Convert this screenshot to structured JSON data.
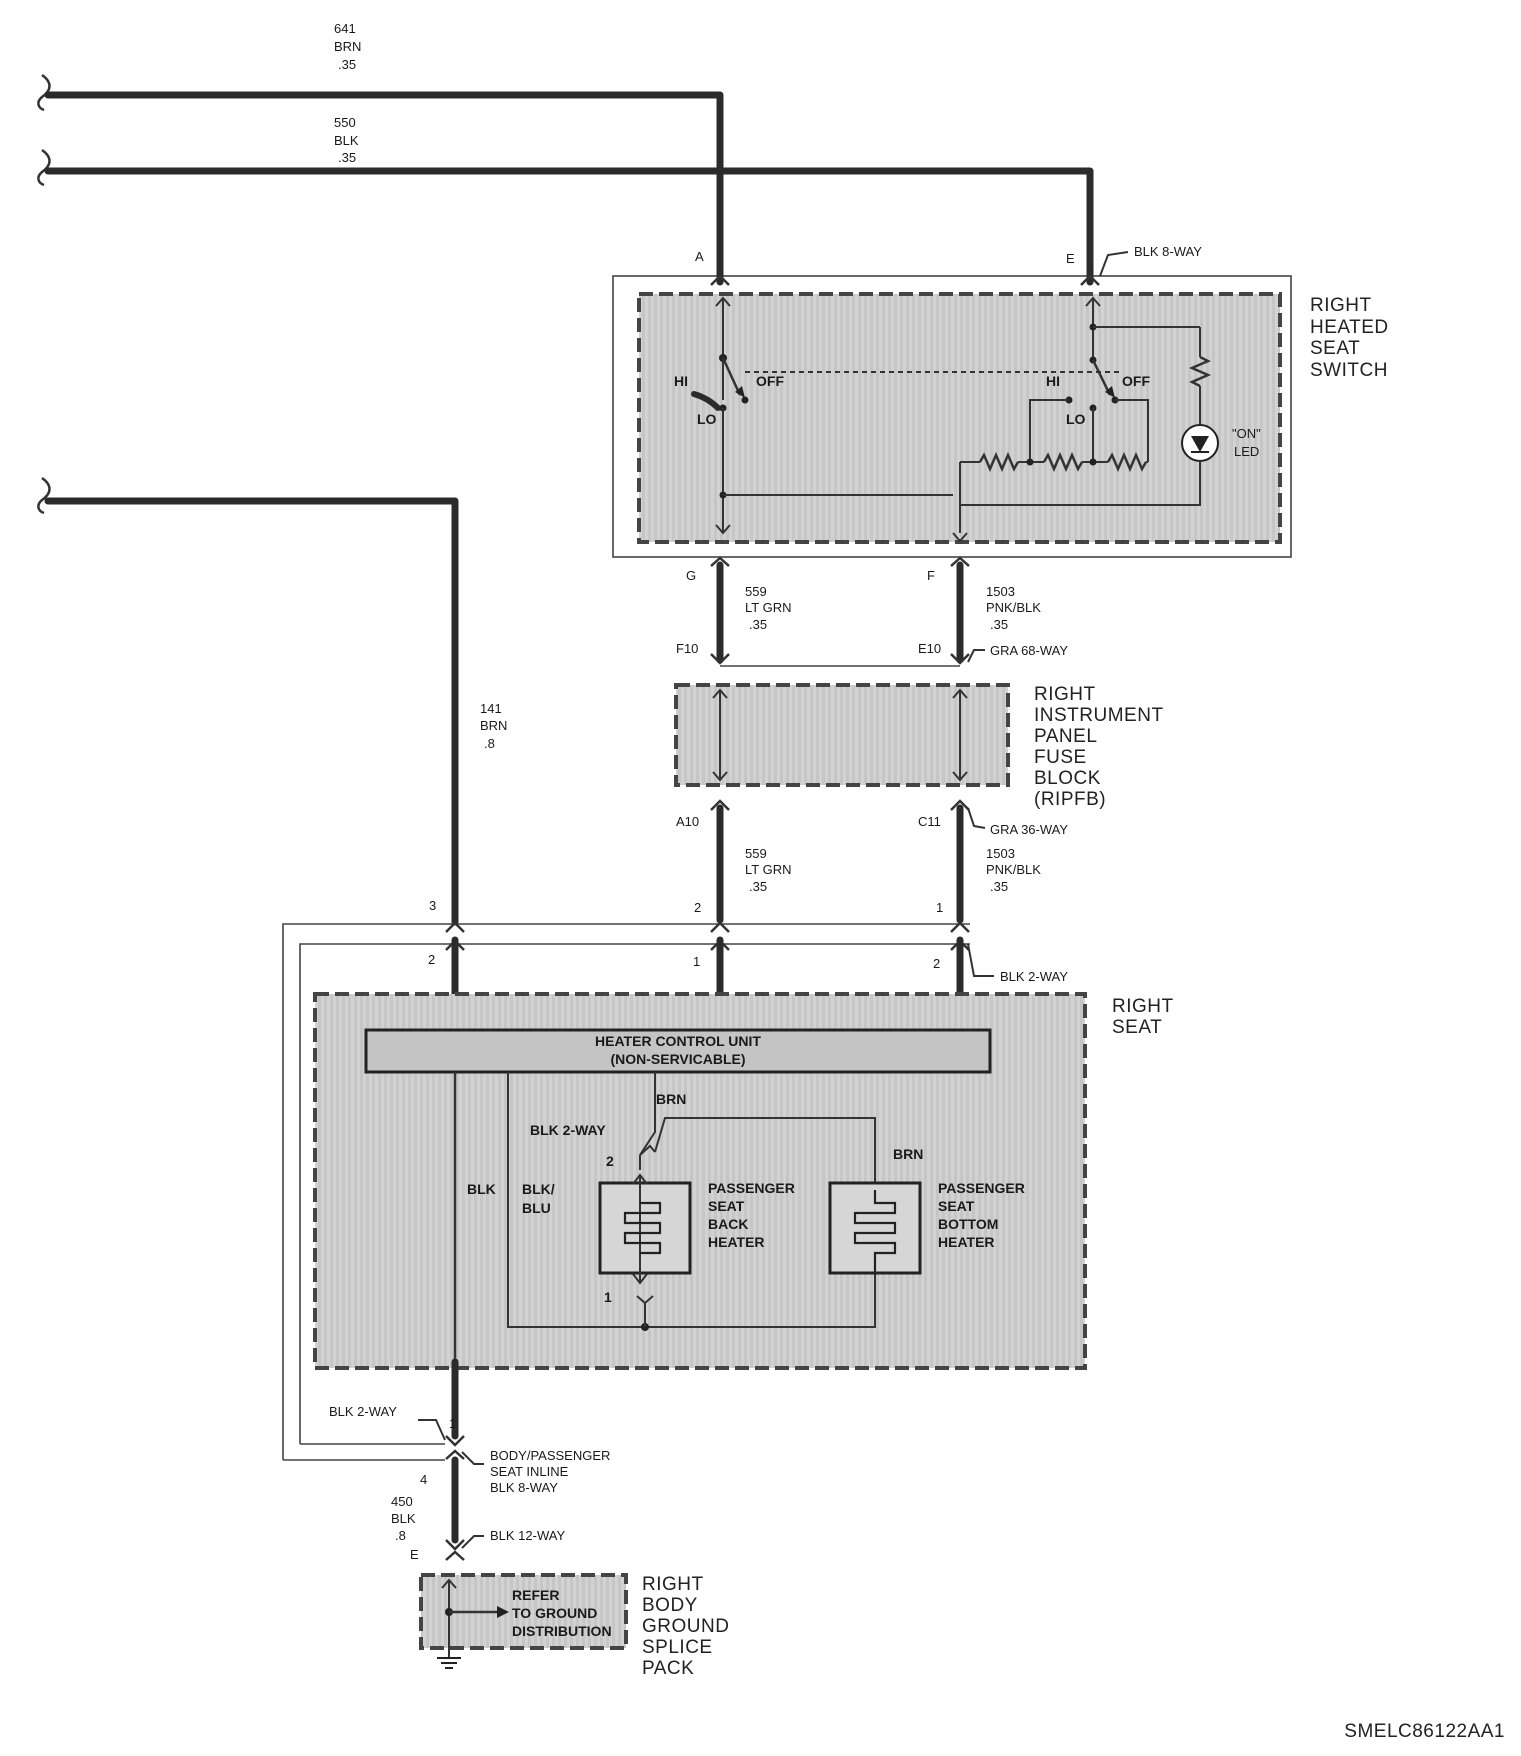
{
  "wires": {
    "w641": {
      "num": "641",
      "color": "BRN",
      "gauge": ".35"
    },
    "w550": {
      "num": "550",
      "color": "BLK",
      "gauge": ".35"
    },
    "w141": {
      "num": "141",
      "color": "BRN",
      "gauge": ".8"
    },
    "w559a": {
      "num": "559",
      "color": "LT GRN",
      "gauge": ".35"
    },
    "w1503a": {
      "num": "1503",
      "color": "PNK/BLK",
      "gauge": ".35"
    },
    "w559b": {
      "num": "559",
      "color": "LT GRN",
      "gauge": ".35"
    },
    "w1503b": {
      "num": "1503",
      "color": "PNK/BLK",
      "gauge": ".35"
    },
    "w450": {
      "num": "450",
      "color": "BLK",
      "gauge": ".8"
    }
  },
  "connectors": {
    "switch": "BLK 8-WAY",
    "gra68": "GRA 68-WAY",
    "gra36": "GRA 36-WAY",
    "seat_upper": "BLK 2-WAY",
    "seat_lower": "BLK 2-WAY",
    "inline_1": "BODY/PASSENGER",
    "inline_2": "SEAT INLINE",
    "inline_3": "BLK 8-WAY",
    "ground": "BLK 12-WAY",
    "heater_internal": "BLK 2-WAY"
  },
  "pins": {
    "A": "A",
    "E": "E",
    "G": "G",
    "F": "F",
    "F10": "F10",
    "E10": "E10",
    "A10": "A10",
    "C11": "C11",
    "p3": "3",
    "p2top": "2",
    "p1top": "1",
    "p2lower": "2",
    "p1lower": "1",
    "p2rlower": "2",
    "inline1": "1",
    "inline4": "4",
    "gndE": "E",
    "heater2": "2",
    "heater1": "1"
  },
  "components": {
    "switch": [
      "RIGHT",
      "HEATED",
      "SEAT",
      "SWITCH"
    ],
    "fuse": [
      "RIGHT",
      "INSTRUMENT",
      "PANEL",
      "FUSE",
      "BLOCK",
      "(RIPFB)"
    ],
    "seat": [
      "RIGHT",
      "SEAT"
    ],
    "ground": [
      "RIGHT",
      "BODY",
      "GROUND",
      "SPLICE",
      "PACK"
    ]
  },
  "switch_labels": {
    "hi1": "HI",
    "off1": "OFF",
    "lo1": "LO",
    "hi2": "HI",
    "off2": "OFF",
    "lo2": "LO",
    "led1": "\"ON\"",
    "led2": "LED"
  },
  "hcu": {
    "line1": "HEATER CONTROL UNIT",
    "line2": "(NON-SERVICABLE)"
  },
  "seat_labels": {
    "brn1": "BRN",
    "brn2": "BRN",
    "blk": "BLK",
    "blkblu1": "BLK/",
    "blkblu2": "BLU"
  },
  "heaters": {
    "back": [
      "PASSENGER",
      "SEAT",
      "BACK",
      "HEATER"
    ],
    "bottom": [
      "PASSENGER",
      "SEAT",
      "BOTTOM",
      "HEATER"
    ]
  },
  "ground_ref": [
    "REFER",
    "TO GROUND",
    "DISTRIBUTION"
  ],
  "figure_id": "SMELC86122AA1"
}
